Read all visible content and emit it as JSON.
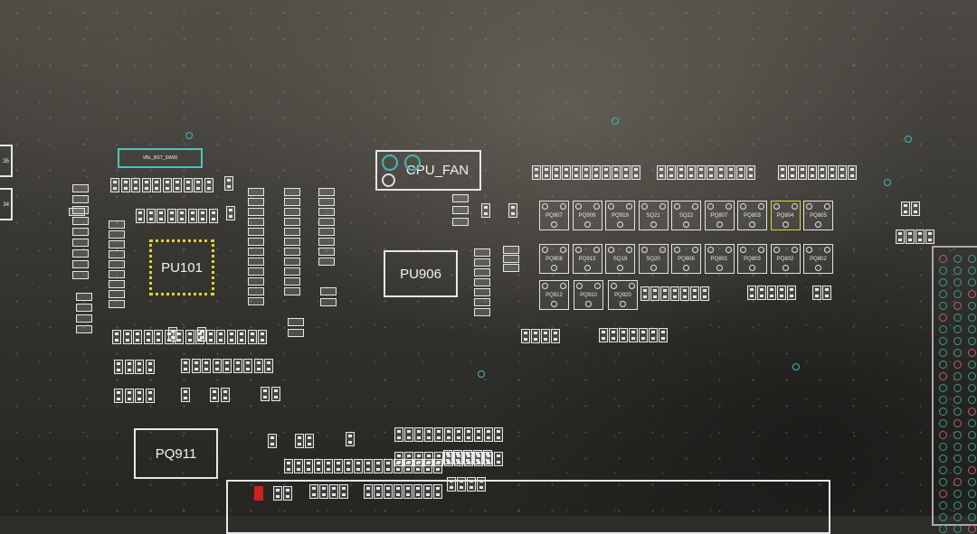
{
  "components": {
    "cpu_fan": "CPU_FAN",
    "pu906": "PU906",
    "pu101": "PU101",
    "pq911": "PQ911",
    "vin_label": "VBL_BST_SW00",
    "row1": [
      "PQ907",
      "PQ909",
      "PQ919",
      "SQ21",
      "SQ22",
      "PQ807",
      "PQ803",
      "PQ804",
      "PQ805"
    ],
    "row2": [
      "PQ908",
      "PQ913",
      "SQ19",
      "SQ20",
      "PQ806",
      "PQ801",
      "PQ803",
      "PQ802",
      "PQ802"
    ],
    "row3": [
      "PQ912",
      "PQ910",
      "PQ920"
    ],
    "left_edge": [
      "35",
      "34"
    ]
  },
  "colors": {
    "selected": "#e3d23a",
    "via": "#3fb9b9",
    "outline": "#e6e6e6",
    "marker": "#d02020"
  }
}
